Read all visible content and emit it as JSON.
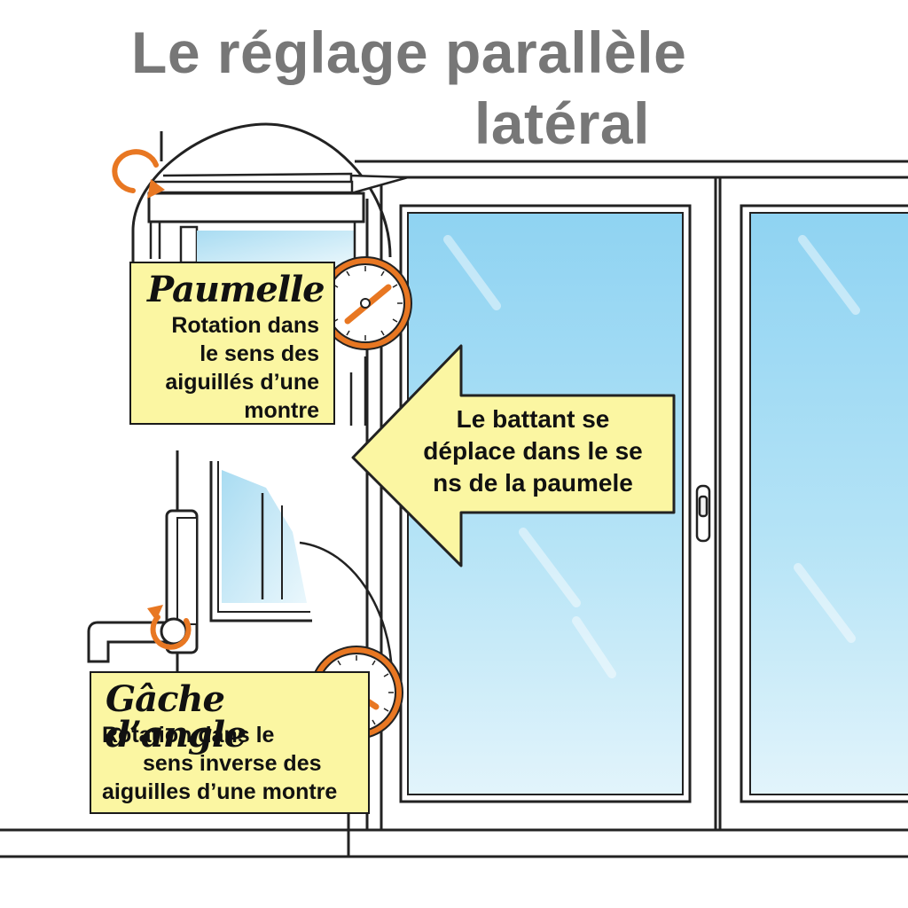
{
  "title": {
    "line1": "Le réglage parallèle",
    "line2": "latéral"
  },
  "arrow": {
    "line1": "Le battant se",
    "line2": "déplace dans le se",
    "line3": "ns de la paumele"
  },
  "notes": {
    "paumelle": {
      "heading": "Paumelle",
      "line1": "Rotation dans",
      "line2": "le sens des",
      "line3": "aiguillés d’une",
      "line4": "montre"
    },
    "gache": {
      "heading": "Gâche d’angle",
      "line1": "Rotation dans le",
      "line2": "sens inverse des",
      "line3": "aiguilles d’une montre"
    }
  },
  "icons": {
    "paumelle_rotation": "clockwise-arrow-icon",
    "paumelle_dial": "clock-dial-icon",
    "gache_rotation": "counterclockwise-arrow-icon",
    "gache_dial": "clock-dial-icon",
    "handle": "door-handle-icon"
  },
  "colors": {
    "accent": "#e87722",
    "note_background": "#fbf6a2",
    "glass": "#a7dcf1",
    "title": "#777777"
  }
}
